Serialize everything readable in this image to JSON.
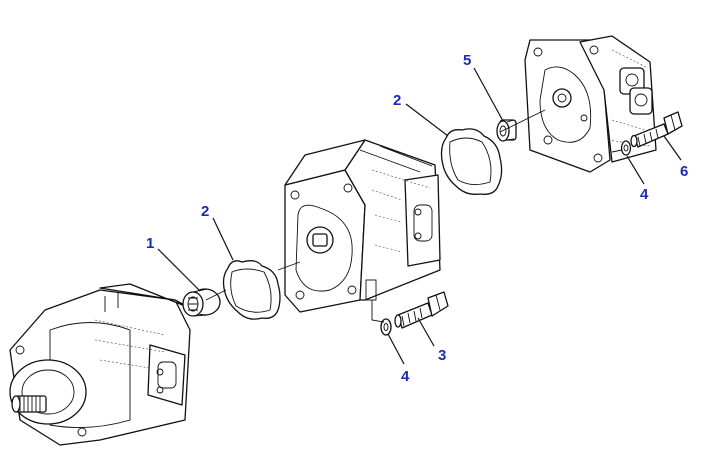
{
  "diagram": {
    "callouts": [
      {
        "id": "c1",
        "label": "1"
      },
      {
        "id": "c2a",
        "label": "2"
      },
      {
        "id": "c2b",
        "label": "2"
      },
      {
        "id": "c3",
        "label": "3"
      },
      {
        "id": "c4a",
        "label": "4"
      },
      {
        "id": "c4b",
        "label": "4"
      },
      {
        "id": "c5",
        "label": "5"
      },
      {
        "id": "c6",
        "label": "6"
      }
    ],
    "colors": {
      "callout": "#1a2bb5",
      "line": "#111111",
      "background": "#ffffff"
    }
  }
}
